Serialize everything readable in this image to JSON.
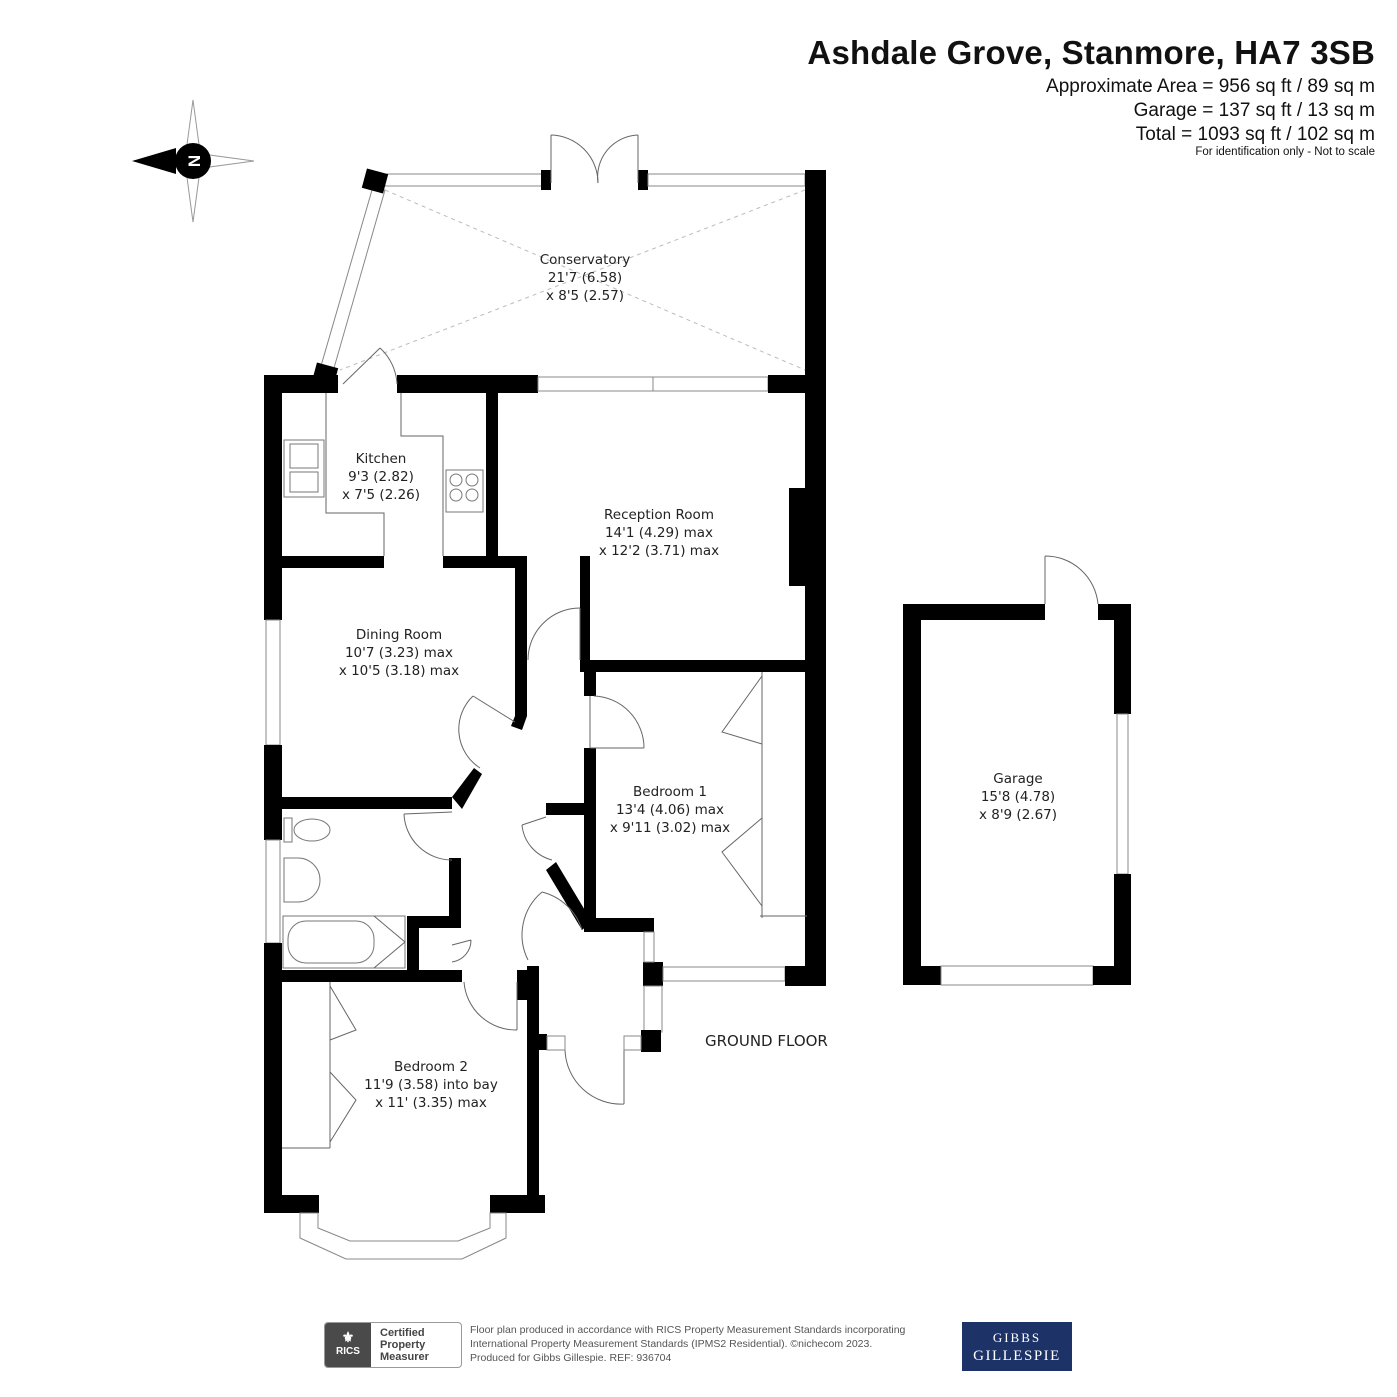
{
  "header": {
    "title": "Ashdale Grove, Stanmore, HA7 3SB",
    "area_line": "Approximate Area = 956 sq ft / 89 sq m",
    "garage_line": "Garage = 137 sq ft / 13 sq m",
    "total_line": "Total = 1093 sq ft / 102 sq m",
    "note": "For identification only - Not to scale"
  },
  "compass": {
    "letter": "N",
    "icon": "compass-rose-icon"
  },
  "rooms": {
    "conservatory": {
      "name": "Conservatory",
      "dim1": "21'7 (6.58)",
      "dim2": "x 8'5 (2.57)"
    },
    "kitchen": {
      "name": "Kitchen",
      "dim1": "9'3 (2.82)",
      "dim2": "x 7'5 (2.26)"
    },
    "reception": {
      "name": "Reception Room",
      "dim1": "14'1 (4.29) max",
      "dim2": "x 12'2 (3.71) max"
    },
    "dining": {
      "name": "Dining Room",
      "dim1": "10'7 (3.23) max",
      "dim2": "x 10'5 (3.18) max"
    },
    "bedroom1": {
      "name": "Bedroom 1",
      "dim1": "13'4 (4.06) max",
      "dim2": "x 9'11 (3.02) max"
    },
    "bedroom2": {
      "name": "Bedroom 2",
      "dim1": "11'9 (3.58) into bay",
      "dim2": "x 11' (3.35) max"
    },
    "garage": {
      "name": "Garage",
      "dim1": "15'8 (4.78)",
      "dim2": "x 8'9 (2.67)"
    }
  },
  "floor_label": "GROUND FLOOR",
  "footer": {
    "line1": "Floor plan produced in accordance with RICS Property Measurement Standards incorporating",
    "line2": "International Property Measurement Standards (IPMS2 Residential).   ©nichecom 2023.",
    "line3": "Produced for Gibbs Gillespie.   REF: 936704",
    "rics_logo": "RICS",
    "rics_badge_1": "Certified",
    "rics_badge_2": "Property",
    "rics_badge_3": "Measurer",
    "brand_1": "GIBBS",
    "brand_2": "GILLESPIE"
  }
}
